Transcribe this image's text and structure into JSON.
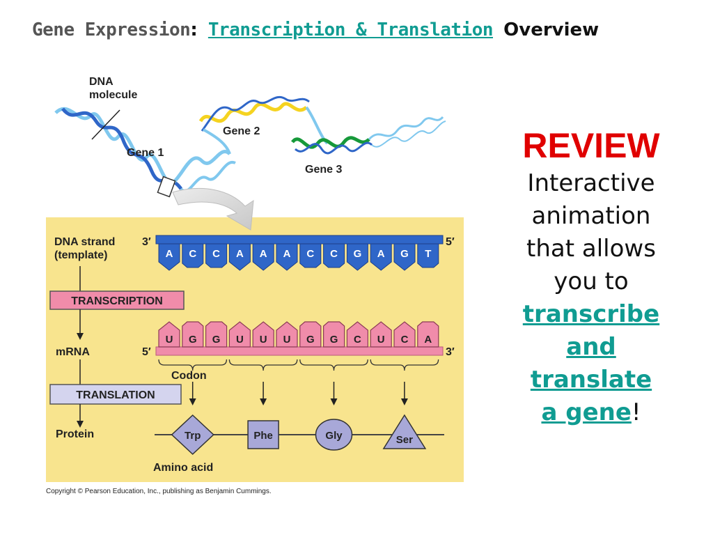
{
  "header": {
    "part1": "Gene Expression",
    "sep": ":",
    "link": "Transcription & Translation",
    "part2": "Overview"
  },
  "diagram": {
    "dna_molecule_label": "DNA\nmolecule",
    "dna_molecule_line1": "DNA",
    "dna_molecule_line2": "molecule",
    "gene1": "Gene 1",
    "gene2": "Gene 2",
    "gene3": "Gene 3",
    "dna_strand_line1": "DNA strand",
    "dna_strand_line2": "(template)",
    "prime3_top": "3′",
    "prime5_top": "5′",
    "transcription": "TRANSCRIPTION",
    "mrna": "mRNA",
    "prime5_bottom": "5′",
    "prime3_bottom": "3′",
    "codon": "Codon",
    "translation": "TRANSLATION",
    "protein": "Protein",
    "amino_acid": "Amino acid",
    "dna_bases": [
      "A",
      "C",
      "C",
      "A",
      "A",
      "A",
      "C",
      "C",
      "G",
      "A",
      "G",
      "T"
    ],
    "mrna_bases": [
      "U",
      "G",
      "G",
      "U",
      "U",
      "U",
      "G",
      "G",
      "C",
      "U",
      "C",
      "A"
    ],
    "amino_acids": [
      "Trp",
      "Phe",
      "Gly",
      "Ser"
    ],
    "copyright": "Copyright © Pearson Education, Inc., publishing as Benjamin Cummings.",
    "colors": {
      "panel": "#f8e48e",
      "dna_blue": "#2f66c8",
      "dna_light": "#80c8ee",
      "gene2_yellow": "#f5d320",
      "gene3_green": "#16993a",
      "pink": "#f08caa",
      "shape": "#a8a8d8"
    }
  },
  "review": {
    "title": "REVIEW",
    "line1": "Interactive",
    "line2": "animation",
    "line3": "that allows",
    "line4": "you to",
    "link1": "transcribe",
    "link2": "and",
    "link3": "translate",
    "link4": "a gene",
    "end": "!"
  }
}
